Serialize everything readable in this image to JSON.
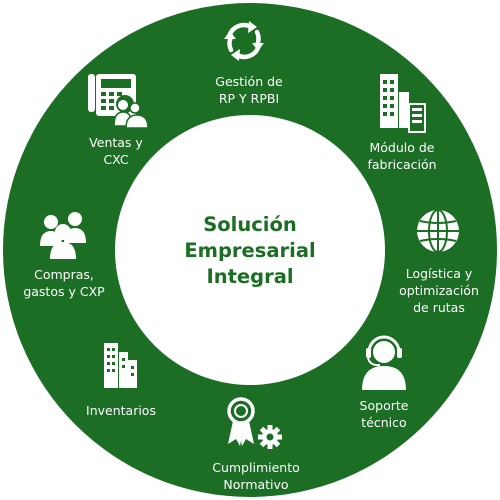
{
  "center": {
    "line1": "Solución",
    "line2": "Empresarial",
    "line3": "Integral"
  },
  "colors": {
    "ring": "#1b6e24",
    "center_fill": "#ffffff",
    "icon": "#ffffff"
  },
  "segments": [
    {
      "icon": "recycle-arrows-icon",
      "lines": [
        "Gestión de",
        "RP Y RPBI"
      ]
    },
    {
      "icon": "buildings-icon",
      "lines": [
        "Módulo de",
        "fabricación"
      ]
    },
    {
      "icon": "globe-icon",
      "lines": [
        "Logística y",
        "optimización",
        "de rutas"
      ]
    },
    {
      "icon": "headset-operator-icon",
      "lines": [
        "Soporte",
        "técnico"
      ]
    },
    {
      "icon": "award-gear-icon",
      "lines": [
        "Cumplimiento",
        "Normativo"
      ]
    },
    {
      "icon": "city-skyline-icon",
      "lines": [
        "Inventarios"
      ]
    },
    {
      "icon": "people-group-icon",
      "lines": [
        "Compras,",
        "gastos y CXP"
      ]
    },
    {
      "icon": "phone-users-icon",
      "lines": [
        "Ventas y",
        "CXC"
      ]
    }
  ]
}
